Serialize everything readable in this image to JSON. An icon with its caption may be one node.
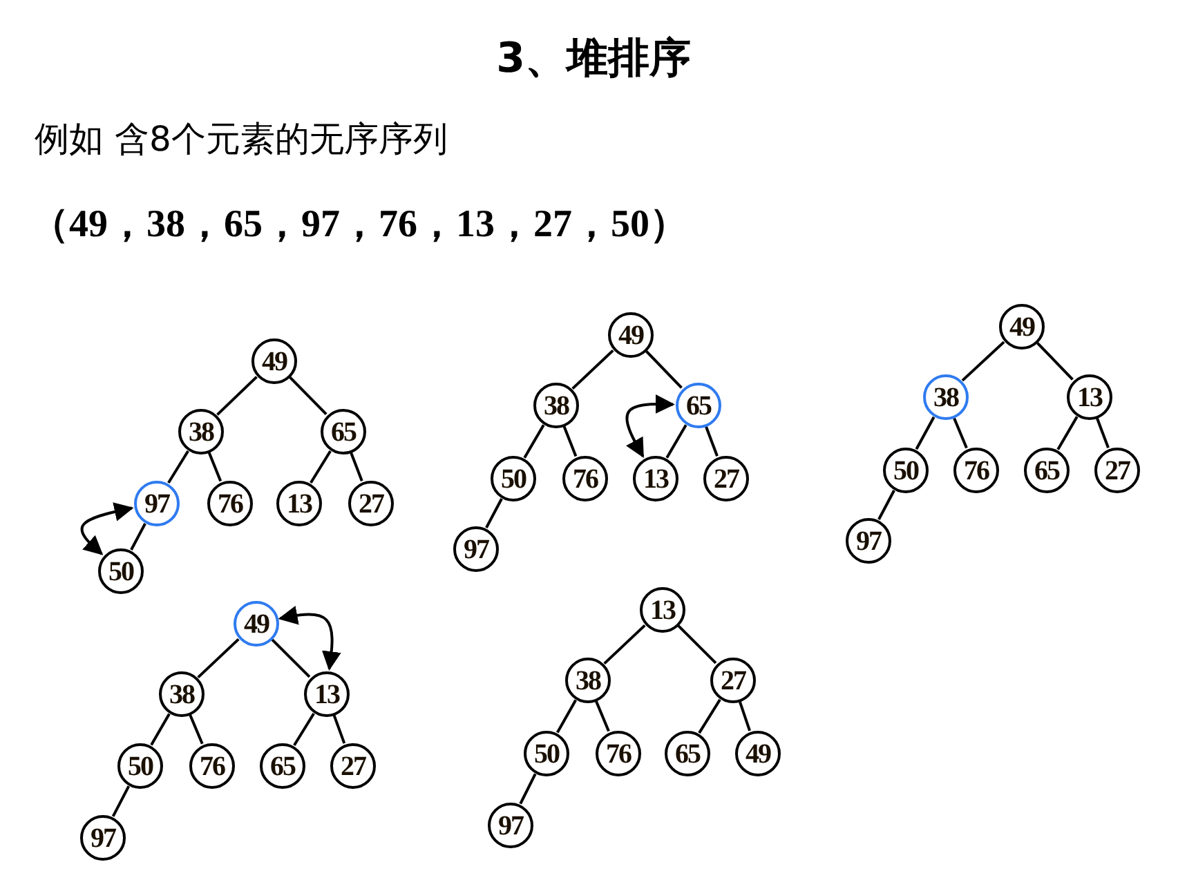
{
  "diagram": {
    "title": "3、堆排序",
    "nodes": [
      {
        "text": [
          "49"
        ]
      },
      {
        "text": [
          "38"
        ]
      },
      {
        "text": [
          "65"
        ]
      },
      {
        "text": [
          "97"
        ]
      },
      {
        "text": [
          "76"
        ]
      },
      {
        "text": [
          "13"
        ]
      },
      {
        "text": [
          "27"
        ]
      },
      {
        "text": [
          "50"
        ]
      },
      {
        "text": [
          "49"
        ]
      },
      {
        "text": [
          "38"
        ]
      },
      {
        "text": [
          "65"
        ]
      },
      {
        "text": [
          "50"
        ]
      },
      {
        "text": [
          "76"
        ]
      },
      {
        "text": [
          "13"
        ]
      },
      {
        "text": [
          "27"
        ]
      },
      {
        "text": [
          "97"
        ]
      },
      {
        "text": [
          "49"
        ]
      },
      {
        "text": [
          "38"
        ]
      },
      {
        "text": [
          "13"
        ]
      },
      {
        "text": [
          "50"
        ]
      },
      {
        "text": [
          "76"
        ]
      },
      {
        "text": [
          "65"
        ]
      },
      {
        "text": [
          "27"
        ]
      },
      {
        "text": [
          "97"
        ]
      },
      {
        "text": [
          "49"
        ]
      },
      {
        "text": [
          "38"
        ]
      },
      {
        "text": [
          "13"
        ]
      },
      {
        "text": [
          "50"
        ]
      },
      {
        "text": [
          "76"
        ]
      },
      {
        "text": [
          "65"
        ]
      },
      {
        "text": [
          "27"
        ]
      },
      {
        "text": [
          "97"
        ]
      },
      {
        "text": [
          "13"
        ]
      },
      {
        "text": [
          "38"
        ]
      },
      {
        "text": [
          "27"
        ]
      },
      {
        "text": [
          "50"
        ]
      },
      {
        "text": [
          "76"
        ]
      },
      {
        "text": [
          "65"
        ]
      },
      {
        "text": [
          "49"
        ]
      },
      {
        "text": [
          "97"
        ]
      }
    ],
    "edges": [
      {
        "from": 0,
        "to": 1,
        "arrow": "none"
      },
      {
        "from": 0,
        "to": 2,
        "arrow": "none"
      },
      {
        "from": 1,
        "to": 3,
        "arrow": "none"
      },
      {
        "from": 1,
        "to": 4,
        "arrow": "none"
      },
      {
        "from": 2,
        "to": 5,
        "arrow": "none"
      },
      {
        "from": 2,
        "to": 6,
        "arrow": "none"
      },
      {
        "from": 3,
        "to": 7,
        "arrow": "none"
      },
      {
        "from": 3,
        "to": 7,
        "arrow": "both"
      },
      {
        "from": 8,
        "to": 9,
        "arrow": "none"
      },
      {
        "from": 8,
        "to": 10,
        "arrow": "none"
      },
      {
        "from": 9,
        "to": 11,
        "arrow": "none"
      },
      {
        "from": 9,
        "to": 12,
        "arrow": "none"
      },
      {
        "from": 10,
        "to": 13,
        "arrow": "none"
      },
      {
        "from": 10,
        "to": 14,
        "arrow": "none"
      },
      {
        "from": 11,
        "to": 15,
        "arrow": "none"
      },
      {
        "from": 10,
        "to": 13,
        "arrow": "both"
      },
      {
        "from": 16,
        "to": 17,
        "arrow": "none"
      },
      {
        "from": 16,
        "to": 18,
        "arrow": "none"
      },
      {
        "from": 17,
        "to": 19,
        "arrow": "none"
      },
      {
        "from": 17,
        "to": 20,
        "arrow": "none"
      },
      {
        "from": 18,
        "to": 21,
        "arrow": "none"
      },
      {
        "from": 18,
        "to": 22,
        "arrow": "none"
      },
      {
        "from": 19,
        "to": 23,
        "arrow": "none"
      },
      {
        "from": 24,
        "to": 25,
        "arrow": "none"
      },
      {
        "from": 24,
        "to": 26,
        "arrow": "none"
      },
      {
        "from": 25,
        "to": 27,
        "arrow": "none"
      },
      {
        "from": 25,
        "to": 28,
        "arrow": "none"
      },
      {
        "from": 26,
        "to": 29,
        "arrow": "none"
      },
      {
        "from": 26,
        "to": 30,
        "arrow": "none"
      },
      {
        "from": 27,
        "to": 31,
        "arrow": "none"
      },
      {
        "from": 24,
        "to": 26,
        "arrow": "both"
      },
      {
        "from": 32,
        "to": 33,
        "arrow": "none"
      },
      {
        "from": 32,
        "to": 34,
        "arrow": "none"
      },
      {
        "from": 33,
        "to": 35,
        "arrow": "none"
      },
      {
        "from": 33,
        "to": 36,
        "arrow": "none"
      },
      {
        "from": 34,
        "to": 37,
        "arrow": "none"
      },
      {
        "from": 34,
        "to": 38,
        "arrow": "none"
      },
      {
        "from": 35,
        "to": 39,
        "arrow": "none"
      }
    ],
    "labels": [
      "例如 含8个元素的无序序列",
      "（49，38，65，97，76，13，27，50）"
    ]
  }
}
